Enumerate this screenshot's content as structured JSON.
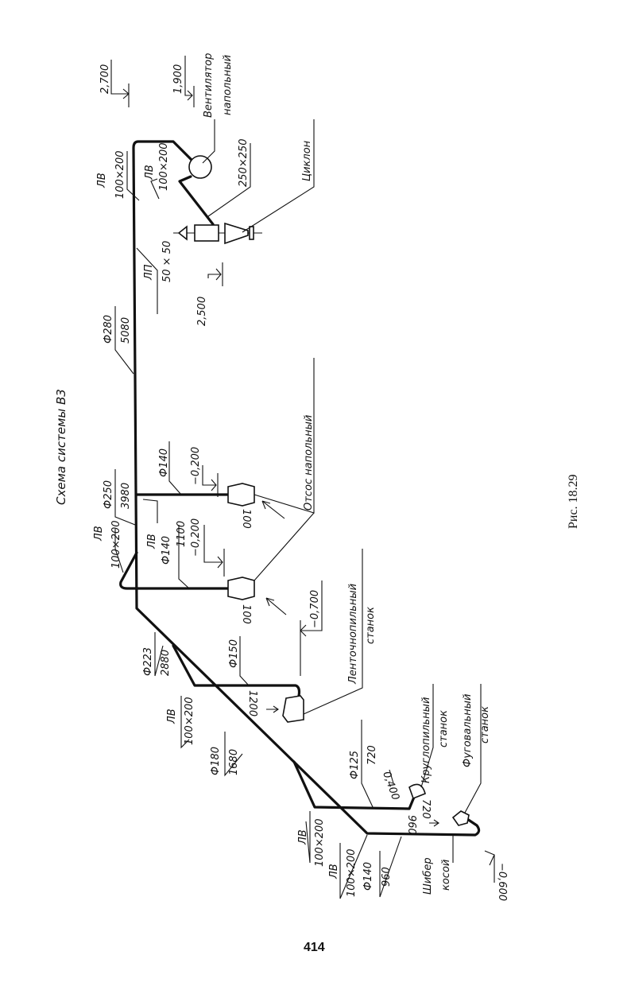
{
  "page_number": "414",
  "caption": "Рис. 18.29",
  "title": "Схема системы В3",
  "labels": {
    "lvl_2700": "2,700",
    "lvl_1900": "1,900",
    "fan_1": "Вентилятор",
    "fan_2": "напольный",
    "lv_a": "ЛВ",
    "lv_a_size": "100×200",
    "lv_b": "ЛВ",
    "lv_b_size": "100×200",
    "fan_outlet": "250×250",
    "cyclone": "Циклон",
    "lp": "ЛП",
    "lp_size": "50 × 50",
    "lvl_2500": "2,500",
    "d280": "Ф280",
    "l5080": "5080",
    "d250": "Ф250",
    "l3980": "3980",
    "d140_a": "Ф140",
    "lvl_m0200_a": "−0,200",
    "otsos": "Отсос напольный",
    "flow_100_a": "100",
    "lv_c": "ЛВ",
    "lv_c_size": "100×200",
    "lv_d": "ЛВ",
    "d140_b": "Ф140",
    "l1100": "1100",
    "lvl_m0200_b": "−0,200",
    "flow_100_b": "100",
    "lvl_m0700": "−0,700",
    "band_saw_1": "Ленточнопильный",
    "band_saw_2": "станок",
    "d223": "Ф223",
    "l2880": "2880",
    "d150": "Ф150",
    "flow_1200": "1200",
    "lv_e": "ЛВ",
    "lv_e_size": "100×200",
    "d180": "Ф180",
    "l1680": "1680",
    "d125": "Ф125",
    "l720": "720",
    "lvl_0400": "0,400",
    "circ_saw_1": "Круглопильный",
    "circ_saw_2": "станок",
    "flow_720": "720",
    "jointer_1": "Фуговальный",
    "jointer_2": "станок",
    "lv_f": "ЛВ",
    "lv_f_size": "100×200",
    "lv_g": "ЛВ",
    "lv_g_size": "100×200",
    "d140_c": "Ф140",
    "l960": "960",
    "flow_960": "960",
    "damper_1": "Шибер",
    "damper_2": "косой",
    "lvl_m0600": "−0,600"
  }
}
